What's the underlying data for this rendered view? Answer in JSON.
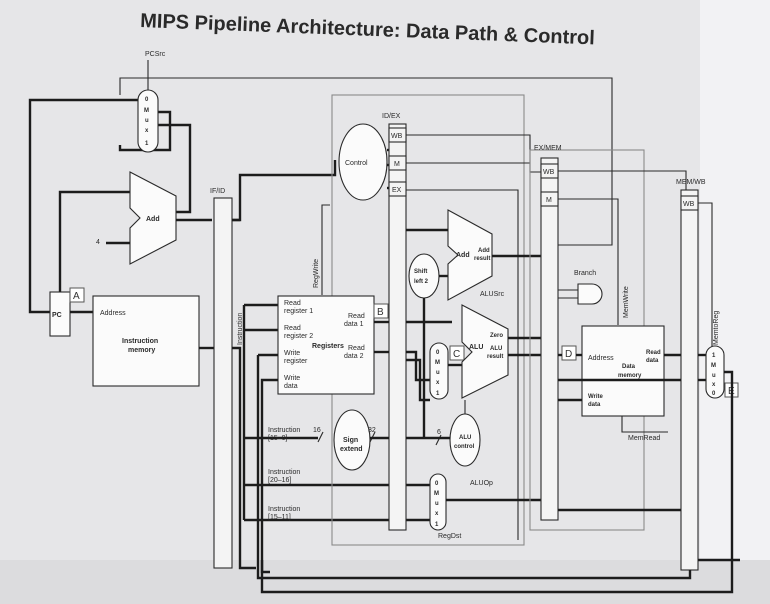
{
  "title": "MIPS Pipeline Architecture:  Data Path & Control",
  "signals": {
    "pcsrc": "PCSrc",
    "regwrite": "RegWrite",
    "branch": "Branch",
    "memwrite": "MemWrite",
    "memtoreg": "MemtoReg",
    "alusrc": "ALUSrc",
    "aluop": "ALUOp",
    "regdst": "RegDst",
    "memread": "MemRead"
  },
  "pipeline_registers": {
    "if_id": "IF/ID",
    "id_ex": "ID/EX",
    "ex_mem": "EX/MEM",
    "mem_wb": "MEM/WB",
    "wb": "WB",
    "m": "M",
    "ex": "EX",
    "instruction": "Instruction"
  },
  "blocks": {
    "pc": "PC",
    "address": "Address",
    "instruction_memory": [
      "Instruction",
      "memory"
    ],
    "add": "Add",
    "four": "4",
    "control": "Control",
    "registers": {
      "read_reg1": [
        "Read",
        "register 1"
      ],
      "read_reg2": [
        "Read",
        "register 2"
      ],
      "write_reg": [
        "Write",
        "register"
      ],
      "write_data": [
        "Write",
        "data"
      ],
      "read_data1": [
        "Read",
        "data 1"
      ],
      "read_data2": [
        "Read",
        "data 2"
      ],
      "title": "Registers"
    },
    "shift_left": [
      "Shift",
      "left 2"
    ],
    "add_result": [
      "Add",
      "Add",
      "result"
    ],
    "alu": "ALU",
    "zero": "Zero",
    "alu_result": [
      "ALU",
      "result"
    ],
    "sign_extend": [
      "Sign",
      "extend"
    ],
    "bits_16": "16",
    "bits_32": "32",
    "bits_6": "6",
    "alu_control": [
      "ALU",
      "control"
    ],
    "instr_15_0": [
      "Instruction",
      "[15–0]"
    ],
    "instr_20_16": [
      "Instruction",
      "[20–16]"
    ],
    "instr_15_11": [
      "Instruction",
      "[15–11]"
    ],
    "data_memory": {
      "address": "Address",
      "read_data": [
        "Read",
        "data"
      ],
      "title": [
        "Data",
        "memory"
      ],
      "write_data": [
        "Write",
        "data"
      ]
    }
  },
  "muxes": {
    "pc_mux": [
      "0",
      "M",
      "u",
      "x",
      "1"
    ],
    "alu_mux": [
      "0",
      "M",
      "u",
      "x",
      "1"
    ],
    "regdst_mux": [
      "0",
      "M",
      "u",
      "x",
      "1"
    ],
    "wb_mux": [
      "1",
      "M",
      "u",
      "x",
      "0"
    ]
  },
  "annotations": [
    "A",
    "B",
    "C",
    "D",
    "E"
  ]
}
